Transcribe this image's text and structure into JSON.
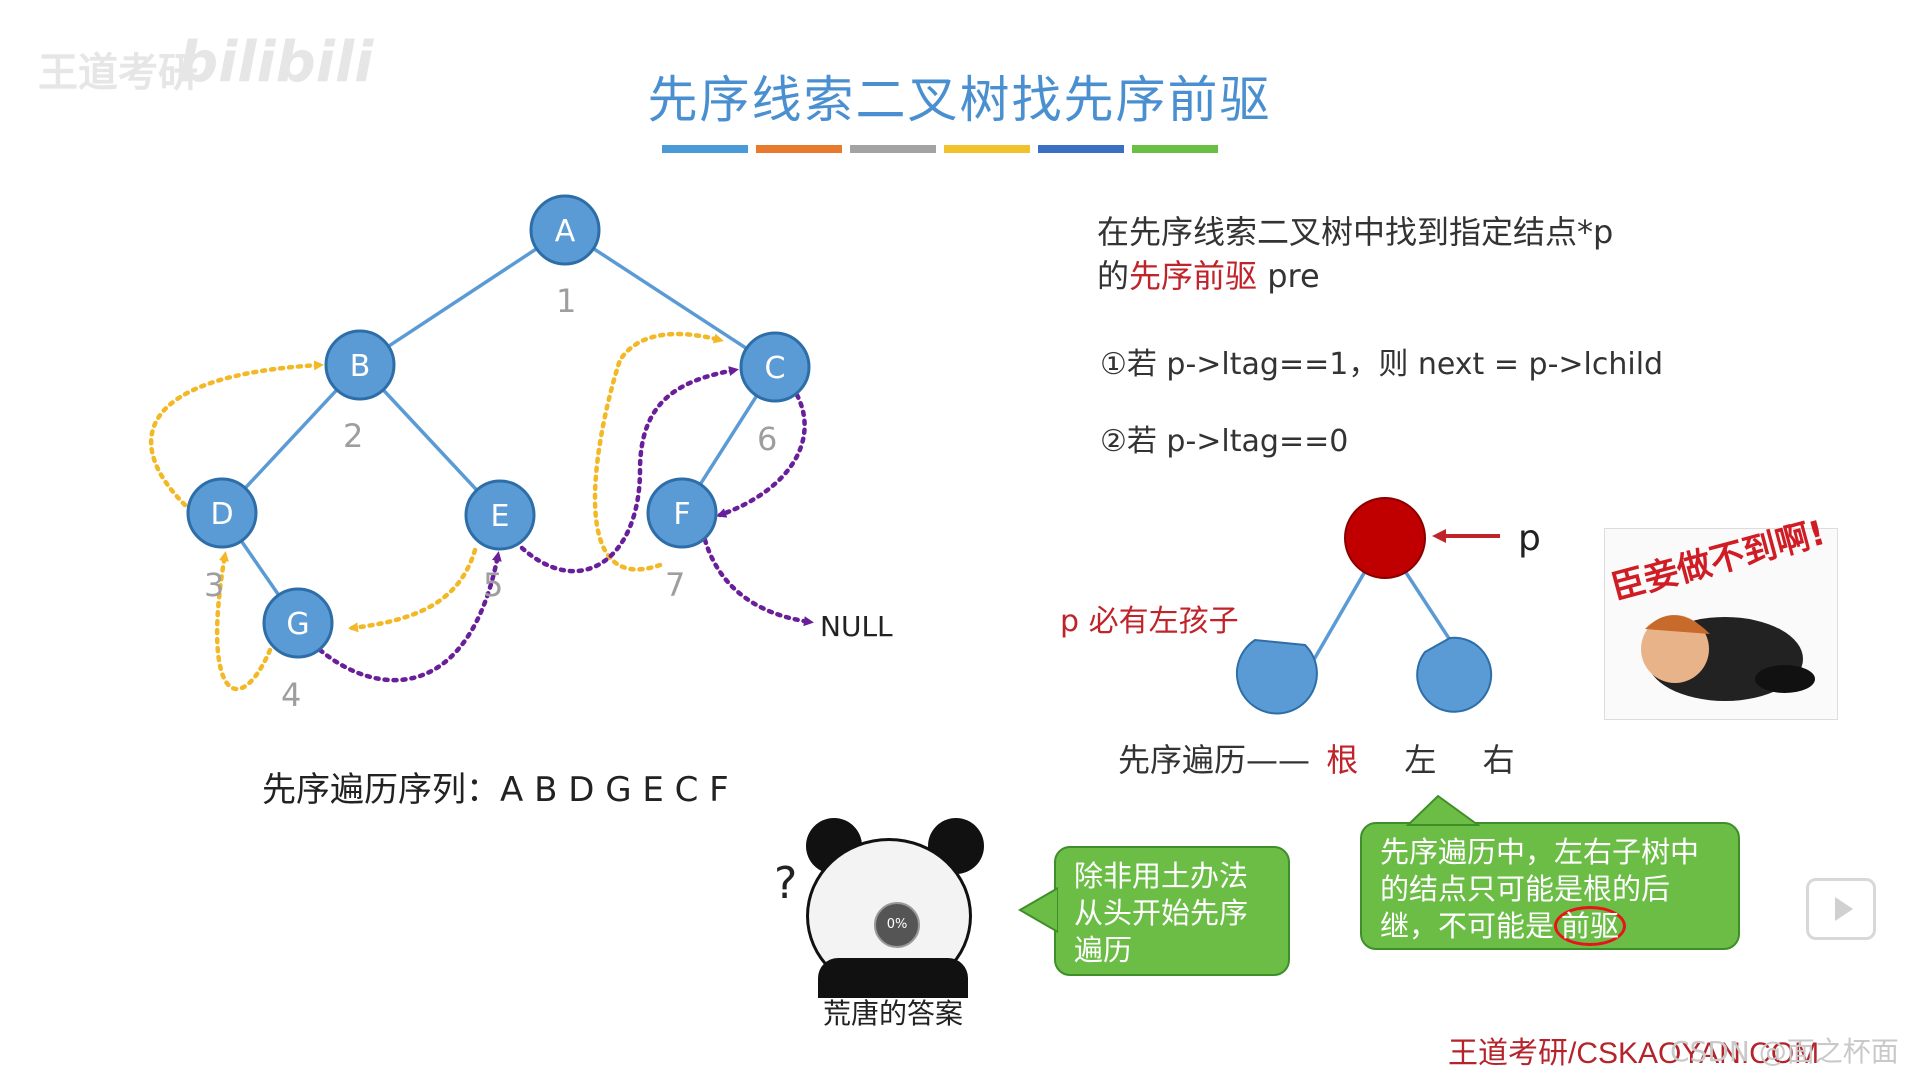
{
  "header": {
    "watermark": "王道考研",
    "watermark_logo": "bilibili",
    "title": "先序线索二叉树找先序前驱",
    "bar_colors": [
      "#4a9ad8",
      "#e87a2d",
      "#a3a3a3",
      "#f2c12e",
      "#3a6fc4",
      "#6abf45"
    ]
  },
  "tree": {
    "nodes": [
      "A",
      "B",
      "C",
      "D",
      "E",
      "F",
      "G"
    ],
    "order_numbers": [
      "1",
      "2",
      "3",
      "4",
      "5",
      "6",
      "7"
    ],
    "null_label": "NULL",
    "thread_colors": {
      "predecessor": "#f2b825",
      "successor": "#6a1f9a"
    }
  },
  "sequence": {
    "label": "先序遍历序列：",
    "value": "A B D G E C F"
  },
  "description": {
    "line1": "在先序线索二叉树中找到指定结点*p",
    "line2_prefix": "的",
    "line2_highlight": "先序前驱",
    "line2_suffix": " pre",
    "rule1": "①若 p->ltag==1，则 next = p->lchild",
    "rule2": "②若 p->ltag==0"
  },
  "subtree": {
    "p_label": "p",
    "left_child_note": "p 必有左孩子",
    "traversal_prefix": "先序遍历——",
    "traversal_root": "根",
    "traversal_left": "左",
    "traversal_right": "右"
  },
  "bubbles": {
    "green_right": "先序遍历中，左右子树中的结点只可能是根的后继，不可能是",
    "green_right_circled": "前驱",
    "green_left": "除非用土办法从头开始先序遍历"
  },
  "meme_top": {
    "caption": "臣妾做不到啊!"
  },
  "meme_panda": {
    "question": "?",
    "progress": "0%",
    "caption": "荒唐的答案"
  },
  "footer": {
    "brand": "王道考研/CSKAOYAN.COM",
    "overlay": "CSDN @面之杯面"
  }
}
